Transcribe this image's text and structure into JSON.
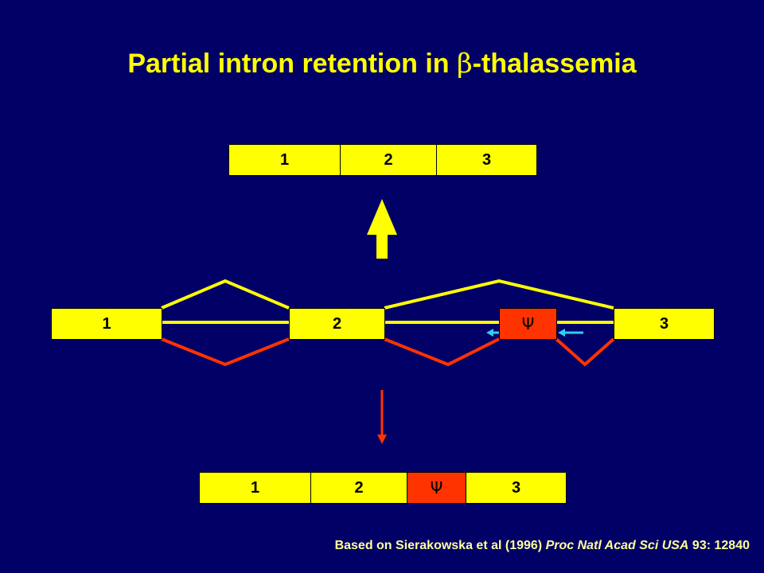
{
  "title": {
    "prefix": "Partial intron retention in ",
    "beta": "β",
    "suffix": "-thalassemia"
  },
  "normal_mrna": [
    "1",
    "2",
    "3"
  ],
  "gene": {
    "exon1": "1",
    "exon2": "2",
    "pseudo_exon": "Ψ",
    "exon3": "3"
  },
  "aberrant_mrna": [
    "1",
    "2",
    "Ψ",
    "3"
  ],
  "citation": {
    "prefix": "Based on Sierakowska et al (1996) ",
    "journal": "Proc Natl Acad Sci USA",
    "suffix": " 93: 12840"
  },
  "colors": {
    "background": "#000066",
    "exon": "#ffff00",
    "pseudo_exon": "#ff3300",
    "arrow_cyan": "#33ccee"
  }
}
